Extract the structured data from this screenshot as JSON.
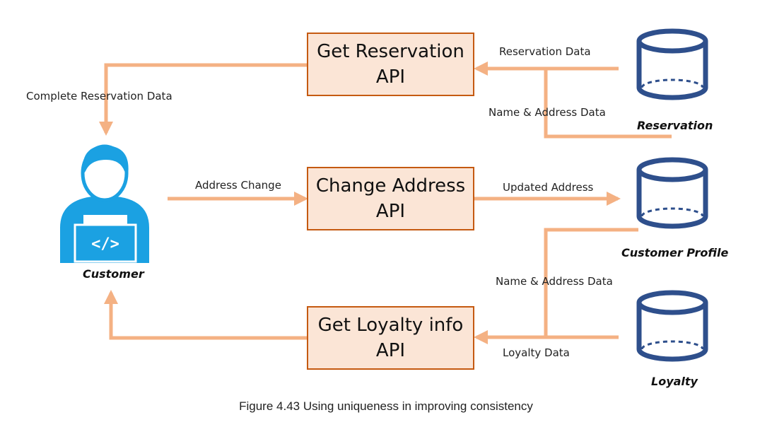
{
  "apis": {
    "get_reservation": {
      "line1": "Get Reservation",
      "line2": "API"
    },
    "change_address": {
      "line1": "Change Address",
      "line2": "API"
    },
    "get_loyalty": {
      "line1": "Get Loyalty info",
      "line2": "API"
    }
  },
  "databases": {
    "reservation": "Reservation",
    "customer_profile": "Customer Profile",
    "loyalty": "Loyalty"
  },
  "actor": {
    "label": "Customer",
    "icon": "developer-laptop-icon",
    "color": "#1ba1e2"
  },
  "edges": {
    "complete_reservation_data": "Complete Reservation Data",
    "reservation_data": "Reservation Data",
    "name_address_data_top": "Name & Address Data",
    "address_change": "Address Change",
    "updated_address": "Updated Address",
    "name_address_data_bottom": "Name & Address Data",
    "loyalty_data": "Loyalty Data"
  },
  "caption": "Figure 4.43 Using uniqueness in improving consistency",
  "colors": {
    "connector": "#f4b183",
    "box_fill": "#fbe5d6",
    "box_border": "#c55a11",
    "database": "#2e4f8c",
    "actor": "#1ba1e2"
  }
}
